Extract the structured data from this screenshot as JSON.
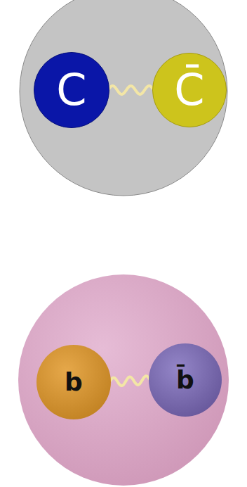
{
  "diagram": {
    "nodes": [
      {
        "text": [
          "C"
        ]
      },
      {
        "text": [
          "C̄"
        ]
      },
      {
        "text": [
          "b"
        ]
      },
      {
        "text": [
          "b̄"
        ]
      }
    ],
    "edges": [
      {
        "from": 0,
        "to": 1,
        "arrow": "none"
      },
      {
        "from": 2,
        "to": 3,
        "arrow": "none"
      }
    ]
  }
}
